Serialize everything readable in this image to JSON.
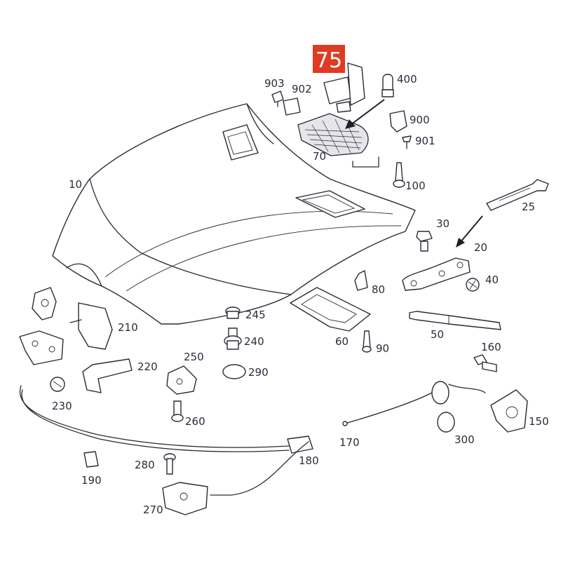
{
  "highlight": {
    "label": "75",
    "color": "#e03a22"
  },
  "labels": [
    "903",
    "902",
    "400",
    "900",
    "901",
    "70",
    "100",
    "10",
    "25",
    "30",
    "20",
    "40",
    "80",
    "245",
    "210",
    "240",
    "60",
    "90",
    "50",
    "160",
    "250",
    "220",
    "290",
    "230",
    "260",
    "170",
    "300",
    "150",
    "280",
    "180",
    "190",
    "270"
  ]
}
